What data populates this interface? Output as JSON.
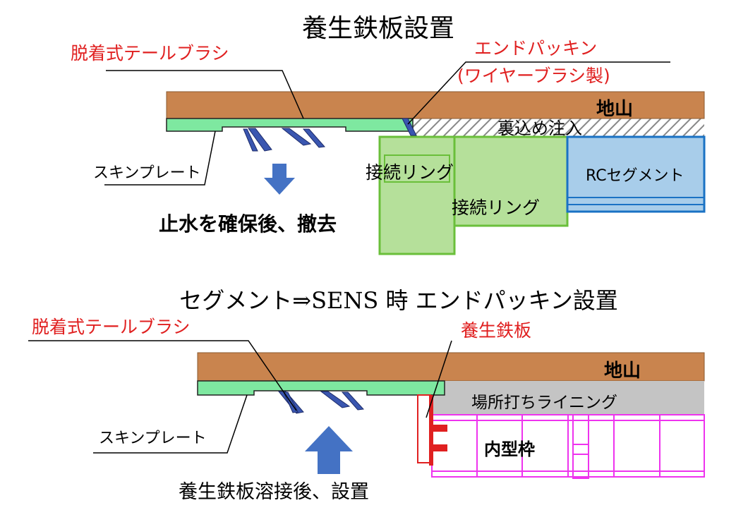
{
  "top": {
    "title": "養生鉄板設置",
    "brush_label": "脱着式テールブラシ",
    "end_packing_label_1": "エンドパッキン",
    "end_packing_label_2": "(ワイヤーブラシ製)",
    "ground_label": "地山",
    "grout_label": "裏込め注入",
    "skin_plate_label": "スキンプレート",
    "ring_label_1": "接続リング",
    "ring_label_2": "接続リング",
    "rc_segment_label": "RCセグメント",
    "action_label": "止水を確保後、撤去"
  },
  "bottom": {
    "title": "セグメント⇒SENS 時 エンドパッキン設置",
    "brush_label": "脱着式テールブラシ",
    "steel_plate_label": "養生鉄板",
    "ground_label": "地山",
    "lining_label": "場所打ちライニング",
    "skin_plate_label": "スキンプレート",
    "inner_form_label": "内型枠",
    "action_label": "養生鉄板溶接後、設置"
  },
  "colors": {
    "ground": "#c9844e",
    "skin_plate": "#7ee8a0",
    "ring": "#b5e09a",
    "ring_border": "#6abf3a",
    "rc_segment": "#a8cdea",
    "rc_segment_border": "#1a72c4",
    "lining": "#c4c4c4",
    "inner_form": "#ee33ee",
    "steel_plate": "#e02020",
    "arrow": "#4472c4",
    "label_red": "#e02020"
  }
}
